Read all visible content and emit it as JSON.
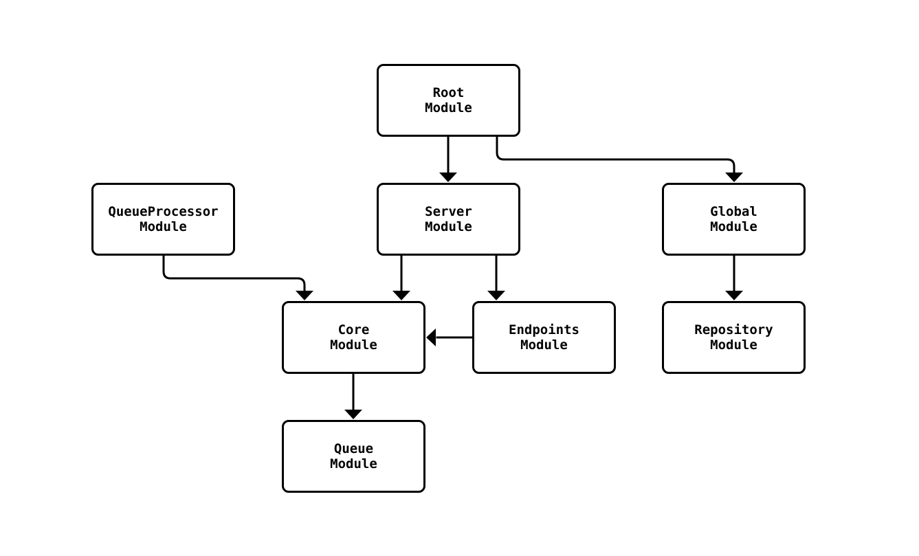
{
  "diagram": {
    "type": "flowchart",
    "background_color": "#ffffff",
    "node_fill_color": "#ffffff",
    "node_border_color": "#000000",
    "edge_color": "#000000",
    "text_color": "#000000",
    "nodes": [
      {
        "id": "root",
        "label": "Root\nModule"
      },
      {
        "id": "queueprocessor",
        "label": "QueueProcessor\nModule"
      },
      {
        "id": "server",
        "label": "Server\nModule"
      },
      {
        "id": "global",
        "label": "Global\nModule"
      },
      {
        "id": "core",
        "label": "Core\nModule"
      },
      {
        "id": "endpoints",
        "label": "Endpoints\nModule"
      },
      {
        "id": "repository",
        "label": "Repository\nModule"
      },
      {
        "id": "queue",
        "label": "Queue\nModule"
      }
    ],
    "edges": [
      {
        "from": "Root Module",
        "to": "Server Module"
      },
      {
        "from": "Root Module",
        "to": "Global Module"
      },
      {
        "from": "QueueProcessor Module",
        "to": "Core Module"
      },
      {
        "from": "Server Module",
        "to": "Core Module"
      },
      {
        "from": "Server Module",
        "to": "Endpoints Module"
      },
      {
        "from": "Endpoints Module",
        "to": "Core Module"
      },
      {
        "from": "Global Module",
        "to": "Repository Module"
      },
      {
        "from": "Core Module",
        "to": "Queue Module"
      }
    ]
  }
}
